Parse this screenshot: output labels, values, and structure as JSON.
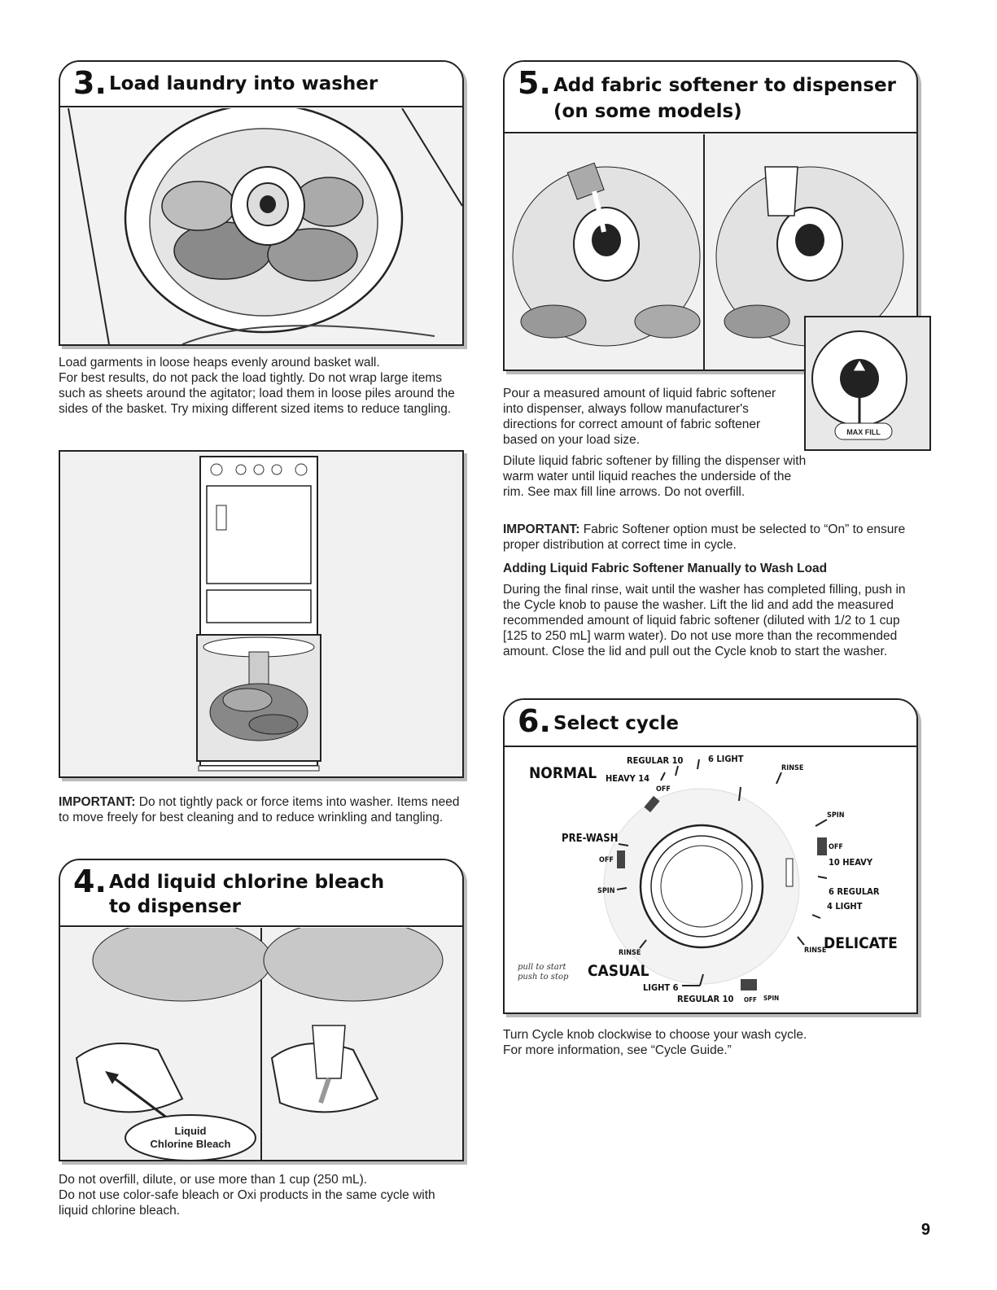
{
  "step3": {
    "number": "3.",
    "title": "Load laundry into washer",
    "text": [
      "Load garments in loose heaps evenly around basket wall.",
      "For best results, do not pack the load tightly. Do not wrap large items such as sheets around the agitator; load them in loose piles around the sides of the basket. Try mixing different sized items to reduce tangling."
    ],
    "important_label": "IMPORTANT:",
    "important_text": " Do not tightly pack or force items into washer. Items need to move freely for best cleaning and to reduce wrinkling and tangling."
  },
  "step4": {
    "number": "4.",
    "title_line1": "Add liquid chlorine bleach",
    "title_line2": "to dispenser",
    "callout_line1": "Liquid",
    "callout_line2": "Chlorine Bleach",
    "text": [
      "Do not overfill, dilute, or use more than 1 cup (250 mL).",
      "Do not use color-safe bleach or Oxi products in the same cycle with liquid chlorine bleach."
    ]
  },
  "step5": {
    "number": "5.",
    "title_line1": "Add fabric softener to dispenser",
    "title_line2": "(on some models)",
    "max_fill_label": "MAX FILL",
    "text1": "Pour a measured amount of liquid fabric softener into dispenser, always follow manufacturer's directions for correct amount of fabric softener based on your load size.",
    "text2": "Dilute liquid fabric softener by filling the dispenser with warm water until liquid reaches the underside of the rim. See max fill line arrows. Do not overfill.",
    "important_label": "IMPORTANT:",
    "important_text": " Fabric Softener option must be selected to “On” to ensure proper distribution at correct time in cycle.",
    "subheading": "Adding Liquid Fabric Softener Manually to Wash Load",
    "text3": "During the final rinse, wait until the washer has completed filling, push in the Cycle knob to pause the washer. Lift the lid and add the measured recommended amount of liquid fabric softener (diluted with 1/2 to 1 cup [125 to 250 mL] warm water). Do not use more than the recommended amount. Close the lid and pull out the Cycle knob to start the washer."
  },
  "step6": {
    "number": "6.",
    "title": "Select cycle",
    "dial": {
      "normal": "NORMAL",
      "regular10": "REGULAR 10",
      "light6": "6 LIGHT",
      "heavy14": "HEAVY 14",
      "off_top": "OFF",
      "rinse_top": "RINSE",
      "spin_right": "SPIN",
      "off_right": "OFF",
      "heavy10": "10 HEAVY",
      "regular6": "6 REGULAR",
      "light4": "4 LIGHT",
      "delicate": "DELICATE",
      "rinse_right": "RINSE",
      "prewash": "PRE-WASH",
      "off_left": "OFF",
      "spin_left": "SPIN",
      "rinse_bottom": "RINSE",
      "casual": "CASUAL",
      "light6b": "LIGHT 6",
      "regular10b": "REGULAR 10",
      "off_bottom": "OFF",
      "spin_bottom": "SPIN",
      "pull": "pull to start",
      "push": "push to stop"
    },
    "text": [
      "Turn Cycle knob clockwise to choose your wash cycle.",
      "For more information, see “Cycle Guide.”"
    ]
  },
  "page_number": "9"
}
